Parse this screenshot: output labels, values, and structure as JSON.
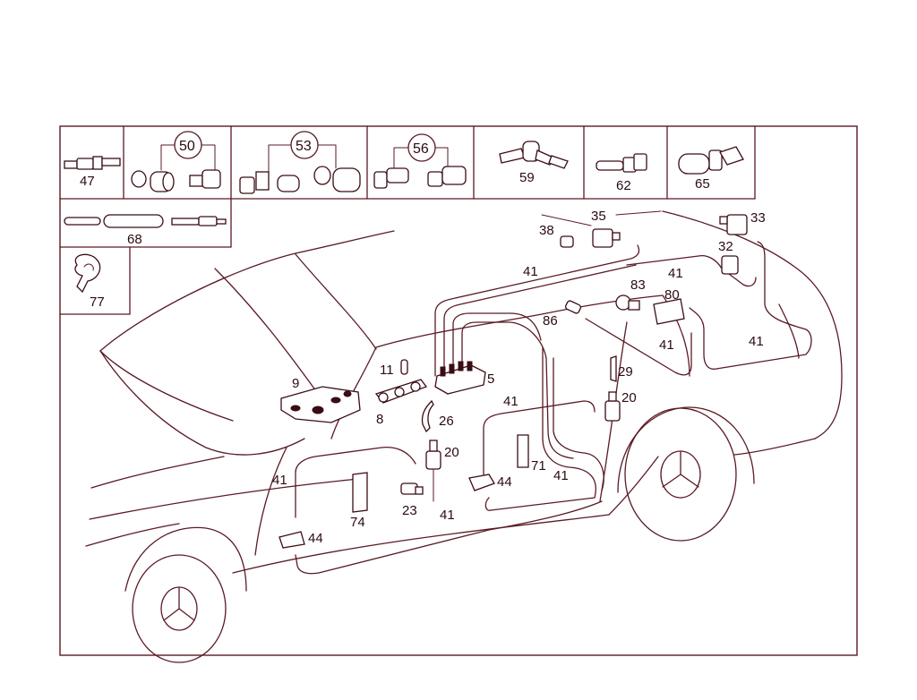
{
  "colors": {
    "line": "#5a1a24",
    "text": "#2a0a10",
    "background": "#ffffff"
  },
  "legend": {
    "boxes": [
      {
        "id": "47",
        "label": "47"
      },
      {
        "id": "50",
        "label": "50"
      },
      {
        "id": "53",
        "label": "53"
      },
      {
        "id": "56",
        "label": "56"
      },
      {
        "id": "59",
        "label": "59"
      },
      {
        "id": "62",
        "label": "62"
      },
      {
        "id": "65",
        "label": "65"
      },
      {
        "id": "68",
        "label": "68"
      },
      {
        "id": "77",
        "label": "77"
      }
    ]
  },
  "callouts": {
    "c35": "35",
    "c33": "33",
    "c38": "38",
    "c32": "32",
    "c41_top": "41",
    "c41_tr": "41",
    "c83": "83",
    "c80": "80",
    "c86": "86",
    "c41_mid": "41",
    "c41_right": "41",
    "c9": "9",
    "c11": "11",
    "c5": "5",
    "c29": "29",
    "c8": "8",
    "c41_center": "41",
    "c20_right": "20",
    "c26": "26",
    "c20_left": "20",
    "c71": "71",
    "c41_left": "41",
    "c44_center": "44",
    "c41_lower": "41",
    "c23": "23",
    "c74": "74",
    "c41_bottom": "41",
    "c44_left": "44"
  }
}
